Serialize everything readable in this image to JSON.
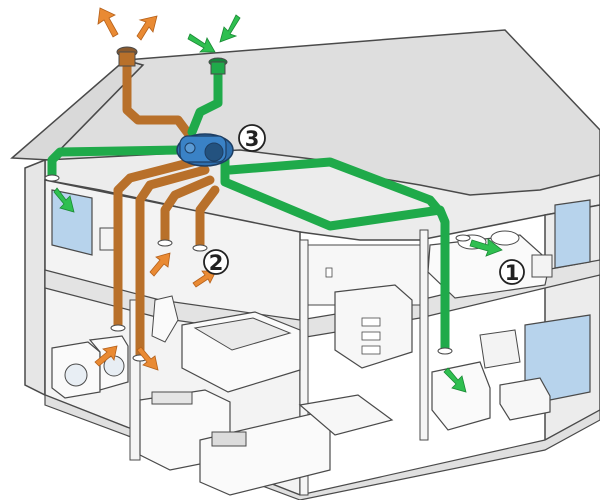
{
  "diagram": {
    "markers": [
      {
        "id": "1",
        "label": "1"
      },
      {
        "id": "2",
        "label": "2"
      },
      {
        "id": "3",
        "label": "3"
      }
    ],
    "colors": {
      "supply_duct": "#1faa4a",
      "extract_duct": "#b8702a",
      "fresh_air_arrow": "#2fbf50",
      "exhaust_arrow": "#e98a33",
      "unit": "#2f6fae",
      "outline": "#4a4a4a",
      "wall": "#f2f2f2",
      "roof": "#dcdcdc",
      "window": "#b7d3ec"
    },
    "icons": [
      "fresh-air-arrow-icon",
      "exhaust-air-arrow-icon",
      "ventilation-unit-icon"
    ]
  }
}
